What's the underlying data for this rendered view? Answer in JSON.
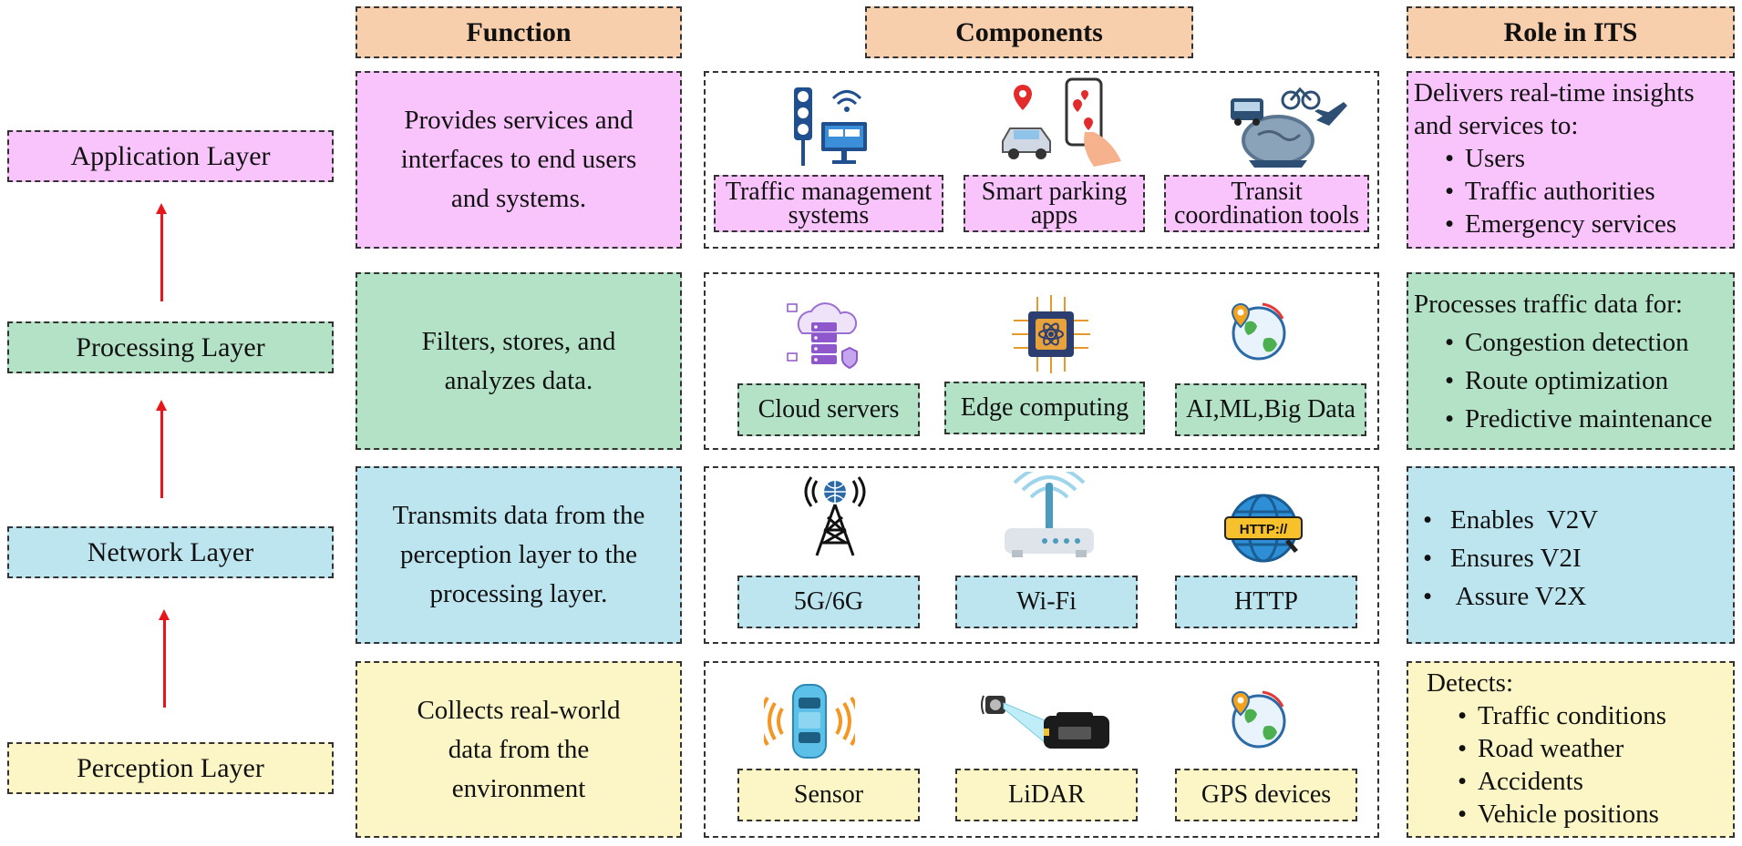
{
  "colors": {
    "application": "#f9c3fc",
    "processing": "#b3e2c6",
    "network": "#bde5ef",
    "perception": "#fcf5c6",
    "header": "#f8cfac",
    "arrow": "#e8161b"
  },
  "layers": {
    "application": "Application Layer",
    "processing": "Processing Layer",
    "network": "Network Layer",
    "perception": "Perception Layer"
  },
  "headers": {
    "function": "Function",
    "components": "Components",
    "role": "Role in ITS"
  },
  "functions": {
    "application": "Provides services and interfaces to end users and systems.",
    "processing": "Filters, stores, and analyzes data.",
    "network": "Transmits data from the perception layer to the processing layer.",
    "perception": "Collects real-world data from the environment"
  },
  "components": {
    "application": [
      {
        "label": "Traffic management systems",
        "icon": "traffic-light-monitor-icon"
      },
      {
        "label": "Smart parking apps",
        "icon": "smart-parking-phone-icon"
      },
      {
        "label": "Transit coordination tools",
        "icon": "transit-globe-icon"
      }
    ],
    "processing": [
      {
        "label": "Cloud servers",
        "icon": "cloud-server-icon"
      },
      {
        "label": "Edge computing",
        "icon": "chip-icon"
      },
      {
        "label": "AI,ML,Big Data",
        "icon": "globe-pin-icon"
      }
    ],
    "network": [
      {
        "label": "5G/6G",
        "icon": "cell-tower-icon"
      },
      {
        "label": "Wi-Fi",
        "icon": "wifi-router-icon"
      },
      {
        "label": "HTTP",
        "icon": "http-globe-icon"
      }
    ],
    "perception": [
      {
        "label": "Sensor",
        "icon": "car-sensor-icon"
      },
      {
        "label": "LiDAR",
        "icon": "lidar-car-icon"
      },
      {
        "label": "GPS devices",
        "icon": "globe-pin-icon"
      }
    ]
  },
  "roles": {
    "application": {
      "intro": "Delivers real-time insights and services to:",
      "items": [
        "Users",
        "Traffic authorities",
        "Emergency services"
      ]
    },
    "processing": {
      "intro": "Processes traffic data for:",
      "items": [
        "Congestion detection",
        "Route optimization",
        "Predictive maintenance"
      ]
    },
    "network": {
      "intro": "",
      "items": [
        "Enables  V2V",
        "Ensures V2I",
        " Assure V2X"
      ]
    },
    "perception": {
      "intro": "Detects:",
      "items": [
        "Traffic conditions",
        "Road weather",
        "Accidents",
        "Vehicle positions"
      ]
    }
  },
  "icon_text": {
    "http_badge": "HTTP://"
  }
}
